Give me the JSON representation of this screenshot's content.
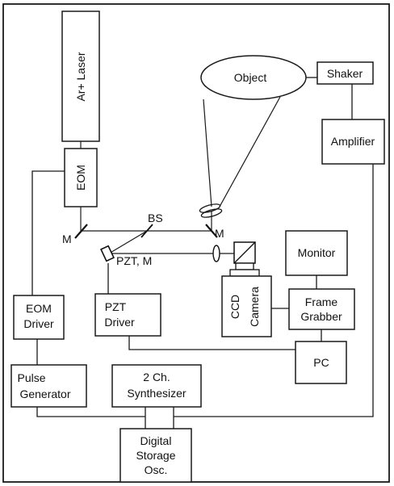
{
  "components": {
    "laser": "Ar+ Laser",
    "eom": "EOM",
    "object": "Object",
    "shaker": "Shaker",
    "amplifier": "Amplifier",
    "monitor": "Monitor",
    "camera_line1": "CCD",
    "camera_line2": "Camera",
    "frame_grabber_line1": "Frame",
    "frame_grabber_line2": "Grabber",
    "eom_driver_line1": "EOM",
    "eom_driver_line2": "Driver",
    "pzt_driver_line1": "PZT",
    "pzt_driver_line2": "Driver",
    "pc": "PC",
    "pulse_generator_line1": "Pulse",
    "pulse_generator_line2": "Generator",
    "synthesizer_line1": "2 Ch.",
    "synthesizer_line2": "Synthesizer",
    "scope_line1": "Digital",
    "scope_line2": "Storage",
    "scope_line3": "Osc."
  },
  "optics": {
    "mirror_left": "M",
    "beam_splitter": "BS",
    "mirror_right": "M",
    "pzt_mirror": "PZT, M"
  }
}
